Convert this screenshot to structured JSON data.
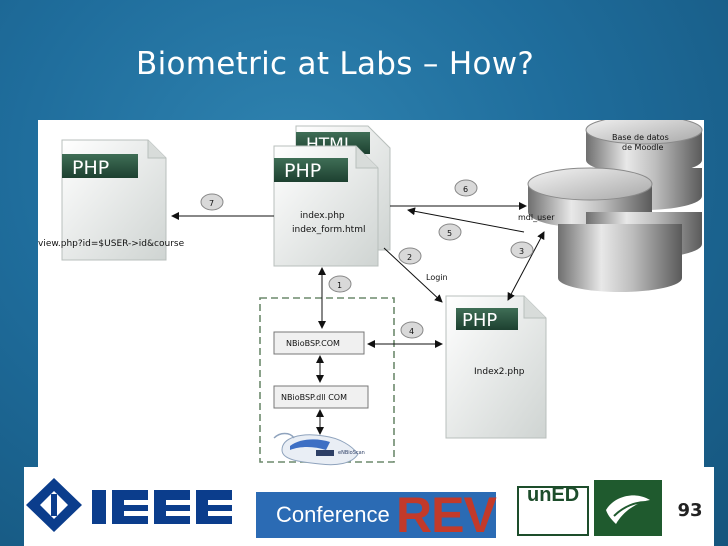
{
  "slide": {
    "title": "Biometric at Labs – How?",
    "page_number": "93"
  },
  "diagram": {
    "nodes": {
      "php_left": {
        "badge": "PHP",
        "caption": "view.php?id=$USER->id&course"
      },
      "php_center": {
        "badge_back": "HTML",
        "badge": "PHP",
        "line1": "index.php",
        "line2": "index_form.html"
      },
      "php_bottom": {
        "badge": "PHP",
        "line1": "Index2.php"
      },
      "database": {
        "title_line1": "Base de datos",
        "title_line2": "de Moodle",
        "table": "mdl_user"
      },
      "nbio_com": "NBioBSP.COM",
      "nbio_dll": "NBioBSP.dll COM",
      "scanner_brand": "eNBioScan"
    },
    "steps": [
      "1",
      "2",
      "3",
      "4",
      "5",
      "6",
      "7"
    ],
    "login_label": "Login"
  },
  "footer": {
    "conference_word": "Conference",
    "rev_word": "REV",
    "uned_word": "unED"
  }
}
